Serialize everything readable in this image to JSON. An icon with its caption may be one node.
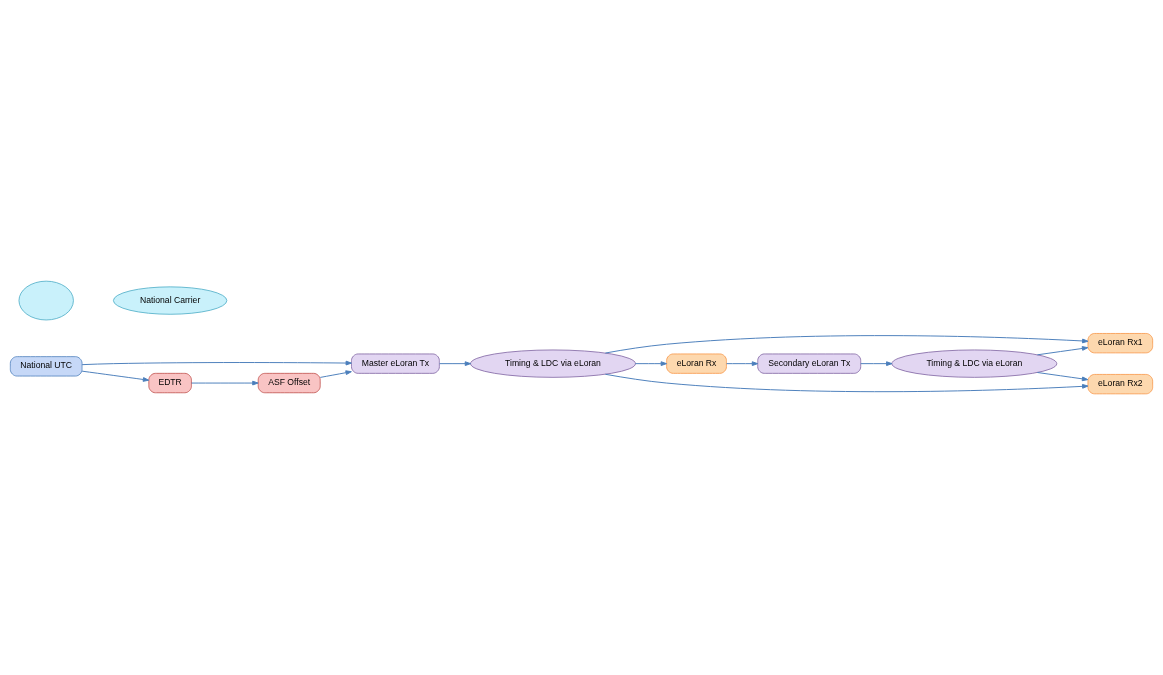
{
  "diagram": {
    "nodes": [
      {
        "text": [
          "Master eLoran Tx"
        ]
      },
      {
        "text": [
          "Timing & LDC via eLoran"
        ]
      },
      {
        "text": [
          "eLoran Rx1"
        ]
      },
      {
        "text": [
          "ASF Offset"
        ]
      },
      {
        "text": [
          "eLoran Rx2"
        ]
      },
      {
        "text": [],
        "shape": "cloud"
      },
      {
        "text": [
          "EDTR"
        ]
      },
      {
        "text": [
          "National Carrier"
        ]
      },
      {
        "text": [
          "Timing & LDC via eLoran"
        ]
      },
      {
        "text": [
          "National UTC"
        ]
      },
      {
        "text": [
          "eLoran Rx"
        ]
      },
      {
        "text": [
          "Secondary eLoran Tx"
        ]
      }
    ],
    "edges": [
      {
        "from": 9,
        "to": 0,
        "arrow": "to"
      },
      {
        "from": 9,
        "to": 6,
        "arrow": "to"
      },
      {
        "from": 6,
        "to": 3,
        "arrow": "to"
      },
      {
        "from": 3,
        "to": 0,
        "arrow": "to"
      },
      {
        "from": 0,
        "to": 1,
        "arrow": "to"
      },
      {
        "from": 1,
        "to": 2,
        "arrow": "to"
      },
      {
        "from": 1,
        "to": 4,
        "arrow": "to"
      },
      {
        "from": 1,
        "to": 10,
        "arrow": "to"
      },
      {
        "from": 10,
        "to": 11,
        "arrow": "to"
      },
      {
        "from": 11,
        "to": 8,
        "arrow": "to"
      },
      {
        "from": 8,
        "to": 4,
        "arrow": "to"
      },
      {
        "from": 8,
        "to": 2,
        "arrow": "to"
      }
    ]
  }
}
